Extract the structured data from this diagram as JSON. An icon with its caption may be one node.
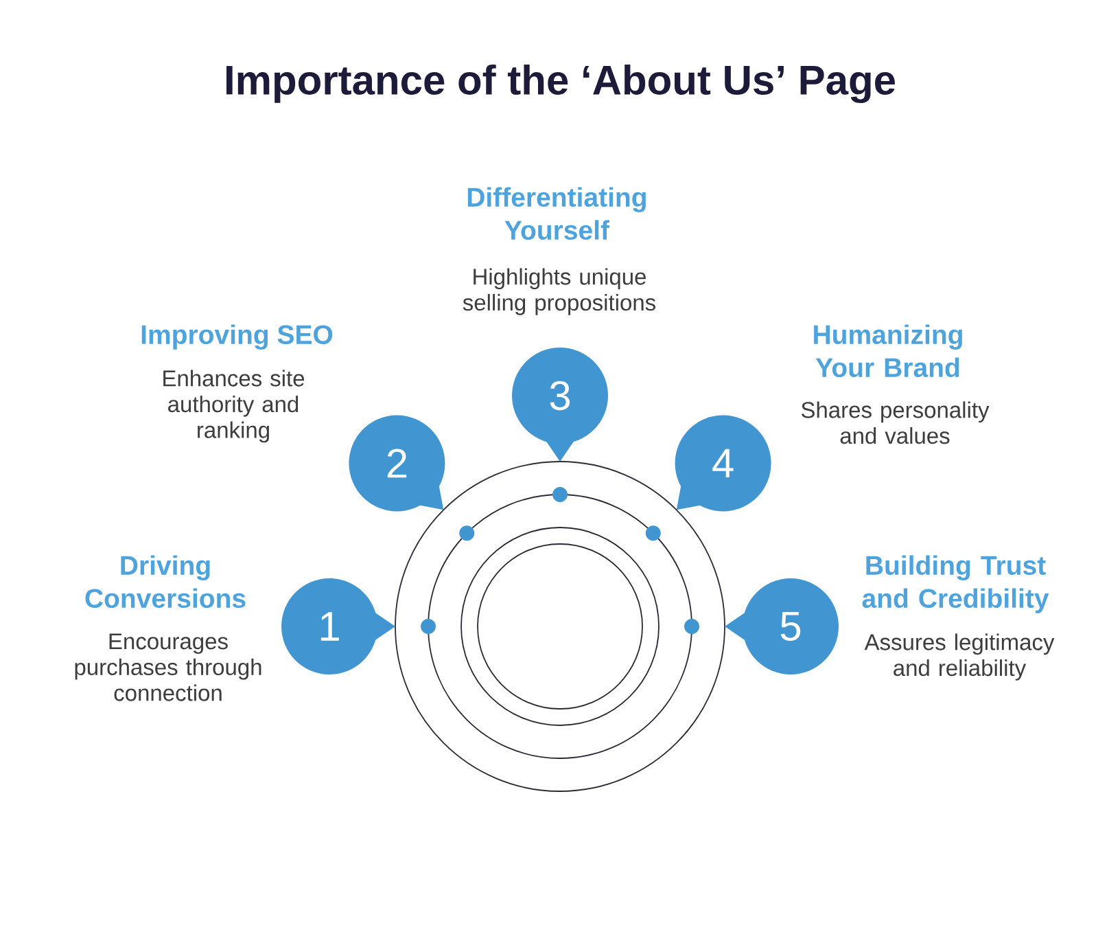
{
  "diagram": {
    "title": "Importance of the ‘About Us’ Page",
    "nodes": [
      {
        "text": [
          "1"
        ],
        "beside": [
          "Driving Conversions",
          "Encourages purchases through connection"
        ]
      },
      {
        "text": [
          "2"
        ],
        "beside": [
          "Improving SEO",
          "Enhances site authority and ranking"
        ]
      },
      {
        "text": [
          "3"
        ],
        "beside": [
          "Differentiating Yourself",
          "Highlights unique selling propositions"
        ]
      },
      {
        "text": [
          "4"
        ],
        "beside": [
          "Humanizing Your Brand",
          "Shares personality and values"
        ]
      },
      {
        "text": [
          "5"
        ],
        "beside": [
          "Building Trust and Credibility",
          "Assures legitimacy and reliability"
        ]
      }
    ]
  }
}
